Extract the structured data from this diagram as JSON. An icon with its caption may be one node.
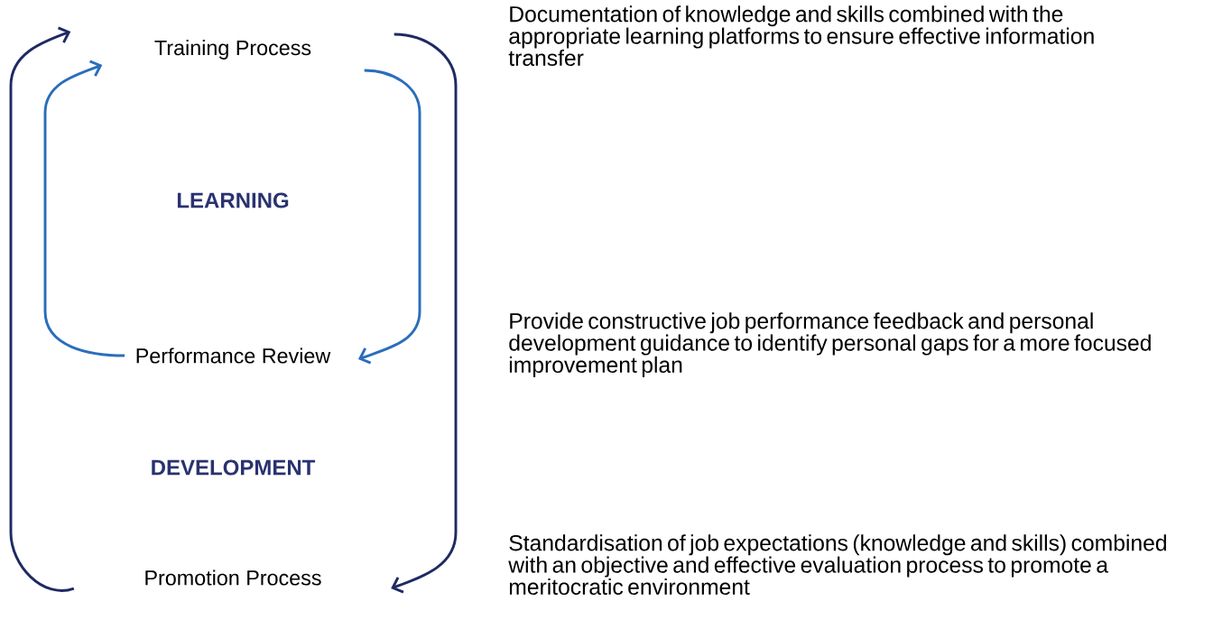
{
  "diagram": {
    "nodes": [
      {
        "text": [
          "Training Process"
        ]
      },
      {
        "text": [
          "Performance Review"
        ]
      },
      {
        "text": [
          "Promotion Process"
        ]
      }
    ],
    "edges": [
      {
        "from": 0,
        "to": 1,
        "arrow": "to",
        "color": "#2a6ebb"
      },
      {
        "from": 1,
        "to": 0,
        "arrow": "to",
        "color": "#2a6ebb"
      },
      {
        "from": 0,
        "to": 2,
        "arrow": "to",
        "color": "#1f2a63"
      },
      {
        "from": 2,
        "to": 0,
        "arrow": "to",
        "color": "#1f2a63"
      }
    ],
    "labels": [
      "Documentation of knowledge and skills combined with the appropriate learning platforms to ensure effective information transfer",
      "LEARNING",
      "Provide constructive job performance feedback and personal development guidance to identify personal gaps for a more focused improvement plan",
      "DEVELOPMENT",
      "Standardisation of job expectations (knowledge and skills) combined with an objective and effective evaluation process to promote a meritocratic environment"
    ]
  }
}
